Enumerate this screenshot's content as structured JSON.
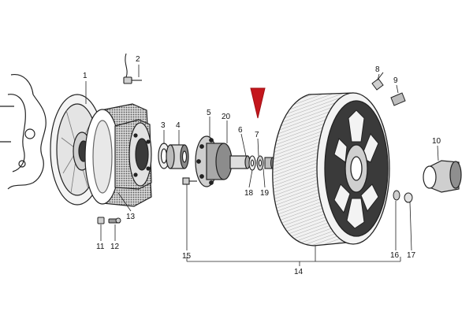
{
  "labels": [
    "1",
    "2",
    "3",
    "4",
    "5",
    "6",
    "7",
    "8",
    "9",
    "10",
    "11",
    "12",
    "13",
    "14",
    "15",
    "16",
    "17",
    "18",
    "19",
    "20"
  ],
  "colors": {
    "ink": "#222222",
    "fill_light": "#f4f4f4",
    "fill_mid": "#cfcfcf",
    "fill_dark": "#3a3a3a",
    "marker": "#c4161c"
  },
  "icons": [
    "red-arrow-marker-icon"
  ]
}
